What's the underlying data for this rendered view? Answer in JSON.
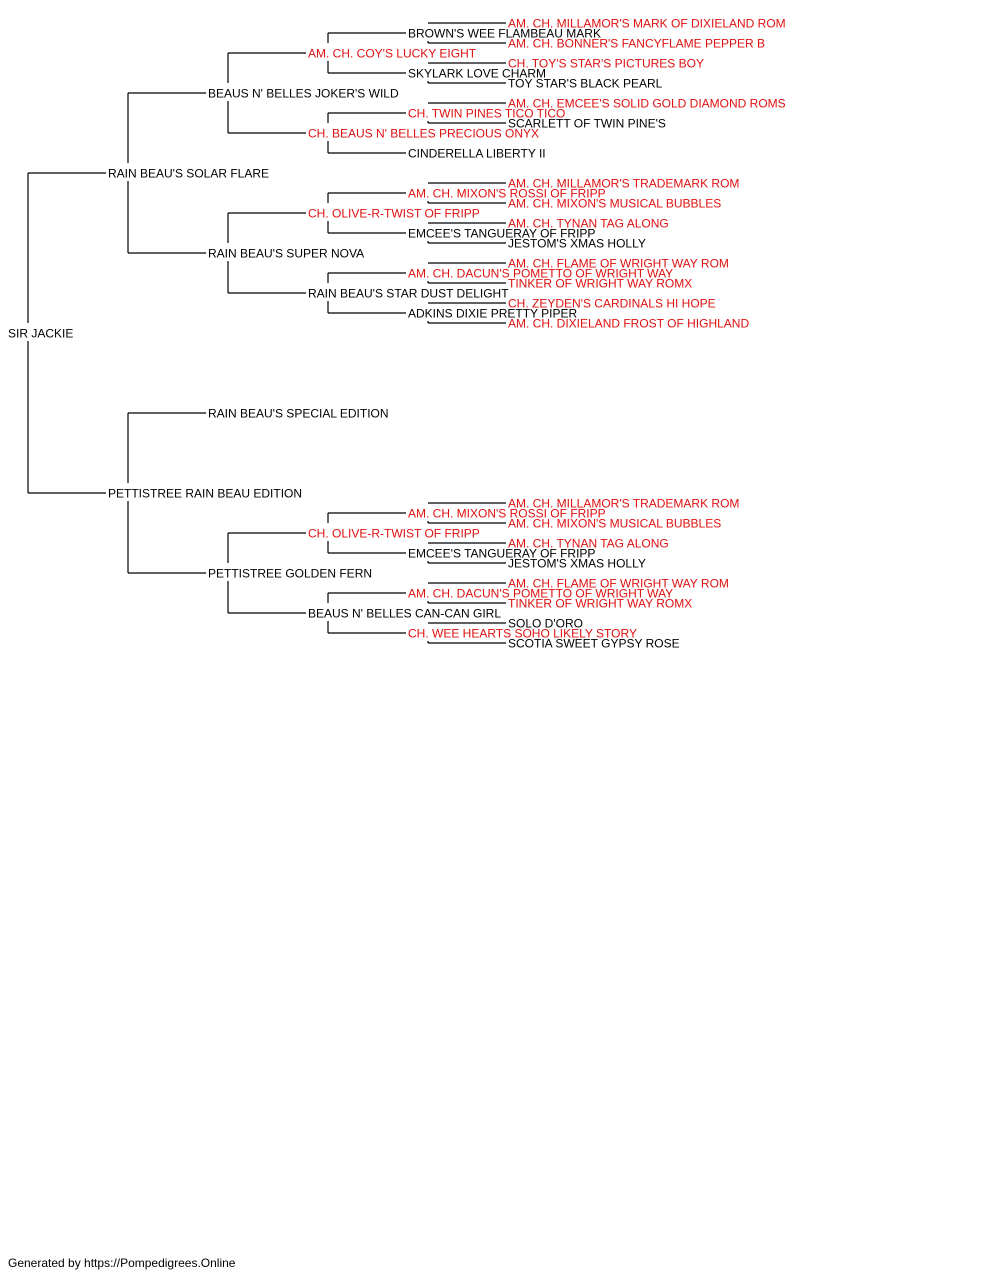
{
  "colors": {
    "champion": "#e01010",
    "normal": "#000000",
    "line": "#000000"
  },
  "footer": "Generated by https://Pompedigrees.Online",
  "pedigree": [
    {
      "path": "",
      "name": "SIR JACKIE",
      "ch": false
    },
    {
      "path": "S",
      "name": "RAIN BEAU'S SOLAR FLARE",
      "ch": false
    },
    {
      "path": "SS",
      "name": "BEAUS N' BELLES JOKER'S WILD",
      "ch": false
    },
    {
      "path": "SSS",
      "name": "AM. CH. COY'S LUCKY EIGHT",
      "ch": true
    },
    {
      "path": "SSSS",
      "name": "BROWN'S WEE FLAMBEAU MARK",
      "ch": false
    },
    {
      "path": "SSSSS",
      "name": "AM. CH. MILLAMOR'S MARK OF DIXIELAND ROM",
      "ch": true
    },
    {
      "path": "SSSSD",
      "name": "AM. CH. BONNER'S FANCYFLAME PEPPER B",
      "ch": true
    },
    {
      "path": "SSSD",
      "name": "SKYLARK LOVE CHARM",
      "ch": false
    },
    {
      "path": "SSSDS",
      "name": "CH. TOY'S STAR'S PICTURES BOY",
      "ch": true
    },
    {
      "path": "SSSDD",
      "name": "TOY STAR'S BLACK PEARL",
      "ch": false
    },
    {
      "path": "SSD",
      "name": "CH. BEAUS N' BELLES PRECIOUS ONYX",
      "ch": true
    },
    {
      "path": "SSDS",
      "name": "CH. TWIN PINES TICO TICO",
      "ch": true
    },
    {
      "path": "SSDSS",
      "name": "AM. CH. EMCEE'S SOLID GOLD DIAMOND ROMS",
      "ch": true
    },
    {
      "path": "SSDSD",
      "name": "SCARLETT OF TWIN PINE'S",
      "ch": false
    },
    {
      "path": "SSDD",
      "name": "CINDERELLA LIBERTY II",
      "ch": false
    },
    {
      "path": "SD",
      "name": "RAIN BEAU'S SUPER NOVA",
      "ch": false
    },
    {
      "path": "SDS",
      "name": "CH. OLIVE-R-TWIST OF FRIPP",
      "ch": true
    },
    {
      "path": "SDSS",
      "name": "AM. CH. MIXON'S ROSSI OF FRIPP",
      "ch": true
    },
    {
      "path": "SDSSS",
      "name": "AM. CH. MILLAMOR'S TRADEMARK ROM",
      "ch": true
    },
    {
      "path": "SDSSD",
      "name": "AM. CH. MIXON'S MUSICAL BUBBLES",
      "ch": true
    },
    {
      "path": "SDSD",
      "name": "EMCEE'S TANGUERAY OF FRIPP",
      "ch": false
    },
    {
      "path": "SDSDS",
      "name": "AM. CH. TYNAN TAG ALONG",
      "ch": true
    },
    {
      "path": "SDSDD",
      "name": "JESTOM'S XMAS HOLLY",
      "ch": false
    },
    {
      "path": "SDD",
      "name": "RAIN BEAU'S STAR DUST DELIGHT",
      "ch": false
    },
    {
      "path": "SDDS",
      "name": "AM. CH. DACUN'S POMETTO OF WRIGHT WAY",
      "ch": true
    },
    {
      "path": "SDDSS",
      "name": "AM. CH. FLAME OF WRIGHT WAY ROM",
      "ch": true
    },
    {
      "path": "SDDSD",
      "name": "TINKER OF WRIGHT WAY ROMX",
      "ch": true
    },
    {
      "path": "SDDD",
      "name": "ADKINS DIXIE PRETTY PIPER",
      "ch": false
    },
    {
      "path": "SDDDS",
      "name": "CH. ZEYDEN'S CARDINALS HI HOPE",
      "ch": true
    },
    {
      "path": "SDDDD",
      "name": "AM. CH. DIXIELAND FROST OF HIGHLAND",
      "ch": true
    },
    {
      "path": "D",
      "name": "PETTISTREE RAIN BEAU EDITION",
      "ch": false
    },
    {
      "path": "DS",
      "name": "RAIN BEAU'S SPECIAL EDITION",
      "ch": false
    },
    {
      "path": "DD",
      "name": "PETTISTREE GOLDEN FERN",
      "ch": false
    },
    {
      "path": "DDS",
      "name": "CH. OLIVE-R-TWIST OF FRIPP",
      "ch": true
    },
    {
      "path": "DDSS",
      "name": "AM. CH. MIXON'S ROSSI OF FRIPP",
      "ch": true
    },
    {
      "path": "DDSSS",
      "name": "AM. CH. MILLAMOR'S TRADEMARK ROM",
      "ch": true
    },
    {
      "path": "DDSSD",
      "name": "AM. CH. MIXON'S MUSICAL BUBBLES",
      "ch": true
    },
    {
      "path": "DDSD",
      "name": "EMCEE'S TANGUERAY OF FRIPP",
      "ch": false
    },
    {
      "path": "DDSDS",
      "name": "AM. CH. TYNAN TAG ALONG",
      "ch": true
    },
    {
      "path": "DDSDD",
      "name": "JESTOM'S XMAS HOLLY",
      "ch": false
    },
    {
      "path": "DDD",
      "name": "BEAUS N' BELLES CAN-CAN GIRL",
      "ch": false
    },
    {
      "path": "DDDS",
      "name": "AM. CH. DACUN'S POMETTO OF WRIGHT WAY",
      "ch": true
    },
    {
      "path": "DDDSS",
      "name": "AM. CH. FLAME OF WRIGHT WAY ROM",
      "ch": true
    },
    {
      "path": "DDDSD",
      "name": "TINKER OF WRIGHT WAY ROMX",
      "ch": true
    },
    {
      "path": "DDDD",
      "name": "CH. WEE HEARTS SOHO LIKELY STORY",
      "ch": true
    },
    {
      "path": "DDDDS",
      "name": "SOLO D'ORO",
      "ch": false
    },
    {
      "path": "DDDDD",
      "name": "SCOTIA SWEET GYPSY ROSE",
      "ch": false
    }
  ]
}
